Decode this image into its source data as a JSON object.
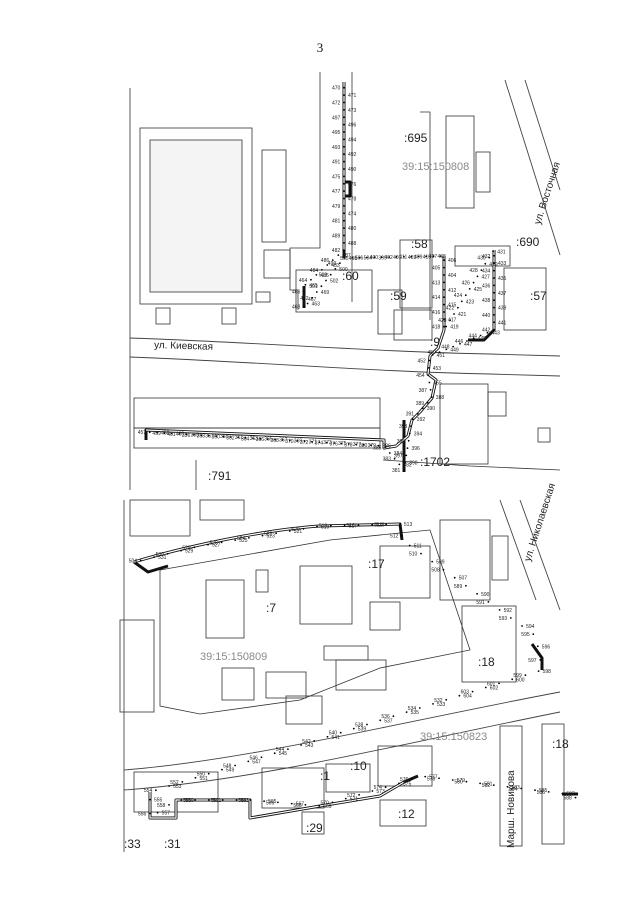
{
  "page_number": "3",
  "map_top": {
    "cadastral_block": "39:15:150808",
    "parcels": [
      ":695",
      ":690",
      ":58",
      ":60",
      ":59",
      ":57",
      ":9",
      ":791",
      ":1702"
    ],
    "streets": [
      "ул. Киевская",
      "ул. Восточная"
    ],
    "point_labels": [
      "470",
      "471",
      "472",
      "473",
      "497",
      "496",
      "495",
      "494",
      "493",
      "492",
      "491",
      "490",
      "475",
      "476",
      "477",
      "478",
      "479",
      "474",
      "481",
      "480",
      "489",
      "488",
      "482",
      "487",
      "486",
      "483",
      "484",
      "485",
      "464",
      "465",
      "466",
      "467",
      "468",
      "463",
      "462",
      "469",
      "501",
      "502",
      "503",
      "500",
      "499",
      "498",
      "505",
      "504",
      "506",
      "399",
      "400",
      "401",
      "402",
      "403",
      "411",
      "410",
      "409",
      "408",
      "407",
      "406",
      "405",
      "404",
      "413",
      "412",
      "414",
      "415",
      "416",
      "417",
      "418",
      "419",
      "420",
      "421",
      "422",
      "423",
      "424",
      "425",
      "426",
      "427",
      "428",
      "429",
      "430",
      "431",
      "432",
      "433",
      "434",
      "435",
      "436",
      "437",
      "438",
      "439",
      "440",
      "441",
      "442",
      "443",
      "444",
      "445",
      "446",
      "447",
      "448",
      "449",
      "450",
      "451",
      "452",
      "453",
      "454",
      "455",
      "387",
      "388",
      "389",
      "390",
      "391",
      "392",
      "393",
      "394",
      "395",
      "396",
      "397",
      "398",
      "381",
      "382",
      "383",
      "384",
      "385",
      "386",
      "380",
      "379",
      "378",
      "377",
      "376",
      "375",
      "374",
      "373",
      "372",
      "371",
      "370",
      "369",
      "368",
      "367",
      "366",
      "365",
      "364",
      "363",
      "362",
      "361",
      "360",
      "359",
      "358",
      "357",
      "356",
      "355",
      "461",
      "460",
      "459",
      "458",
      "457"
    ]
  },
  "map_bottom": {
    "cadastral_blocks": [
      "39:15:150809",
      "39:15:150823"
    ],
    "parcels": [
      ":17",
      ":7",
      ":18",
      ":18",
      ":10",
      ":1",
      ":12",
      ":29",
      ":31",
      ":33"
    ],
    "streets": [
      "ул. Николаевская",
      "Марш. Новикова"
    ],
    "point_labels": [
      "504",
      "531",
      "530",
      "529",
      "528",
      "527",
      "526",
      "525",
      "524",
      "523",
      "522",
      "521",
      "520",
      "519",
      "518",
      "517",
      "516",
      "515",
      "514",
      "513",
      "512",
      "511",
      "510",
      "509",
      "508",
      "507",
      "589",
      "590",
      "591",
      "592",
      "593",
      "594",
      "595",
      "596",
      "597",
      "598",
      "599",
      "600",
      "601",
      "602",
      "603",
      "604",
      "532",
      "533",
      "534",
      "535",
      "536",
      "537",
      "538",
      "539",
      "540",
      "541",
      "542",
      "543",
      "544",
      "545",
      "546",
      "547",
      "548",
      "549",
      "550",
      "551",
      "552",
      "553",
      "554",
      "555",
      "556",
      "557",
      "558",
      "559",
      "560",
      "561",
      "562",
      "563",
      "564",
      "565",
      "566",
      "567",
      "568",
      "569",
      "570",
      "571",
      "572",
      "573",
      "574",
      "575",
      "576",
      "577",
      "578",
      "579",
      "580",
      "581",
      "582",
      "583",
      "584",
      "585",
      "586",
      "587",
      "588"
    ]
  }
}
